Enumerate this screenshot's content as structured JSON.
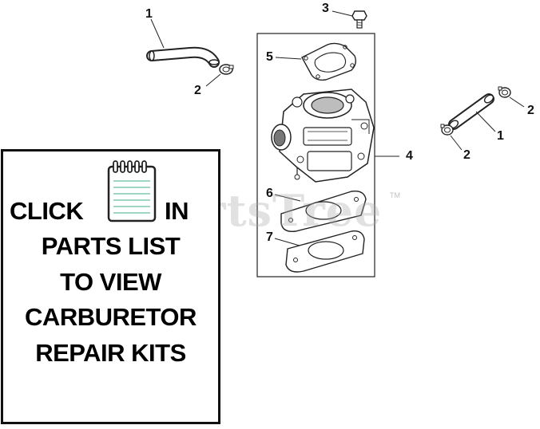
{
  "colors": {
    "line": "#222222",
    "fill": "#ffffff",
    "shade": "#bdbdbd",
    "watermark": "#aaaaaa"
  },
  "callouts": {
    "hose_left": "1",
    "clamp_left": "2",
    "screw": "3",
    "carburetor": "4",
    "top_gasket": "5",
    "gasket_mid": "6",
    "gasket_bottom": "7",
    "hose_right": "1",
    "clamp_right_top": "2",
    "clamp_right_bottom": "2"
  },
  "info_box": {
    "click_word": "CLICK",
    "in_word": "IN",
    "line2": "PARTS LIST",
    "line3": "TO VIEW",
    "line4": "CARBURETOR",
    "line5": "REPAIR KITS",
    "notebook_icon": "notebook-icon"
  },
  "watermark": {
    "text": "PartsTree",
    "tm": "TM"
  }
}
